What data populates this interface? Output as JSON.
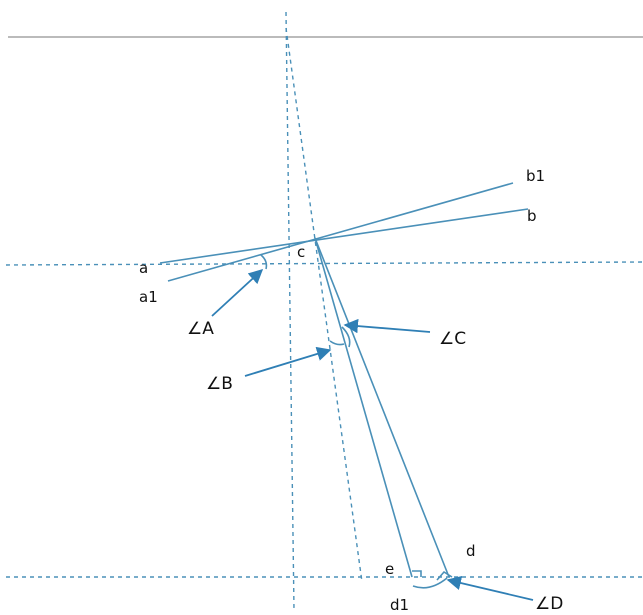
{
  "colors": {
    "line": "#4a90b8",
    "arrow": "#2f7fb5",
    "top_rule": "#bbbbbb",
    "text": "#111111"
  },
  "points": {
    "a": "a",
    "a1": "a1",
    "b": "b",
    "b1": "b1",
    "c": "c",
    "d": "d",
    "d1": "d1",
    "e": "e"
  },
  "angles": {
    "A": "∠A",
    "B": "∠B",
    "C": "∠C",
    "D": "∠D"
  }
}
